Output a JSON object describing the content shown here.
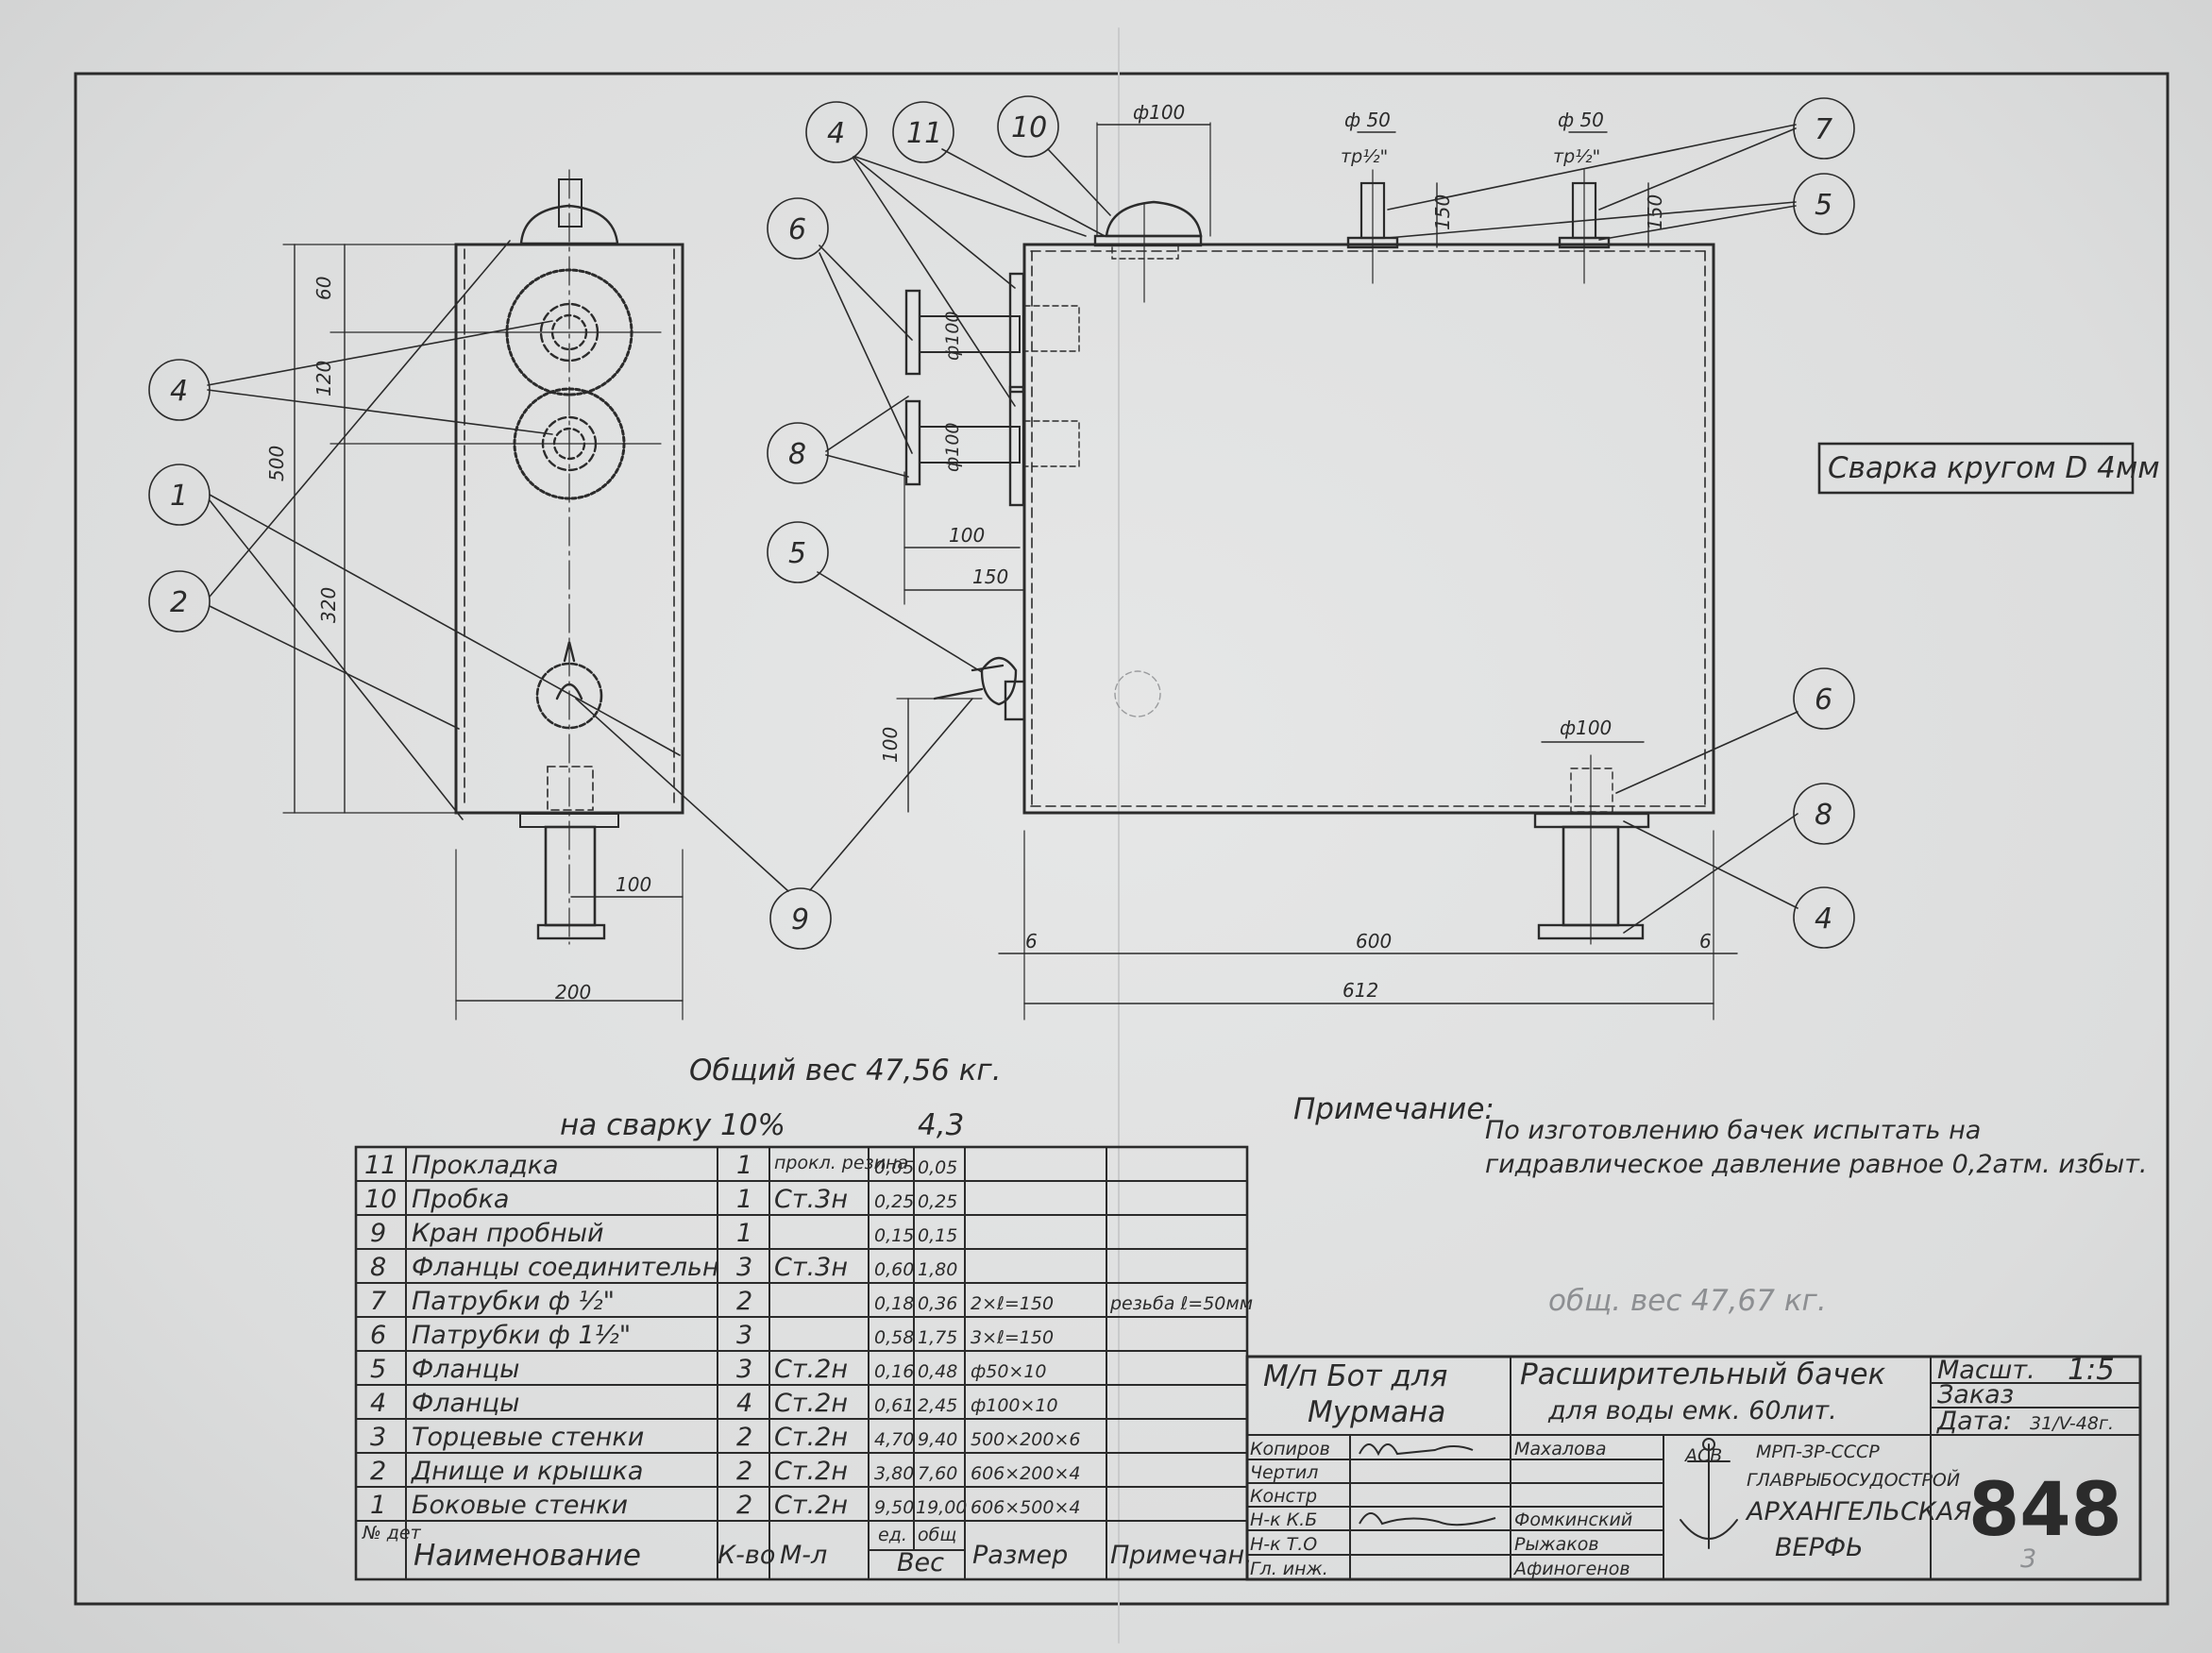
{
  "callouts": {
    "c4": "4",
    "c1": "1",
    "c2": "2",
    "c6": "6",
    "c8": "8",
    "c5": "5",
    "c9": "9",
    "c11": "11",
    "c10": "10",
    "c7": "7"
  },
  "dims": {
    "d60": "60",
    "d120": "120",
    "d500": "500",
    "d320": "320",
    "d100": "100",
    "d200": "200",
    "phi100": "ф100",
    "phi50": "ф 50",
    "tr": "тр½\"",
    "d150": "150",
    "d6": "6",
    "d600": "600",
    "d612": "612",
    "phi100s": "ф100"
  },
  "weld_note": "Сварка кругом D 4мм",
  "total_weight": "Общий вес  47,56 кг.",
  "weld_allowance": {
    "label": "на сварку 10%",
    "value": "4,3"
  },
  "note": {
    "title": "Примечание:",
    "line1": "По изготовлению  бачек испытать на",
    "line2": "гидравлическое давление равное 0,2атм. избыт."
  },
  "pencil_note": "общ. вес 47,67 кг.",
  "bom": {
    "rows": [
      {
        "no": "11",
        "name": "Прокладка",
        "qty": "1",
        "mat": "прокл. резина",
        "unit": "0,05",
        "total": "0,05",
        "size": "",
        "note": ""
      },
      {
        "no": "10",
        "name": "Пробка",
        "qty": "1",
        "mat": "Ст.3н",
        "unit": "0,25",
        "total": "0,25",
        "size": "",
        "note": ""
      },
      {
        "no": "9",
        "name": "Кран пробный",
        "qty": "1",
        "mat": "",
        "unit": "0,15",
        "total": "0,15",
        "size": "",
        "note": ""
      },
      {
        "no": "8",
        "name": "Фланцы соединительн",
        "qty": "3",
        "mat": "Ст.3н",
        "unit": "0,60",
        "total": "1,80",
        "size": "",
        "note": ""
      },
      {
        "no": "7",
        "name": "Патрубки ф ½\"",
        "qty": "2",
        "mat": "",
        "unit": "0,18",
        "total": "0,36",
        "size": "2×ℓ=150",
        "note": "резьба ℓ=50мм"
      },
      {
        "no": "6",
        "name": "Патрубки ф 1½\"",
        "qty": "3",
        "mat": "",
        "unit": "0,58",
        "total": "1,75",
        "size": "3×ℓ=150",
        "note": ""
      },
      {
        "no": "5",
        "name": "Фланцы",
        "qty": "3",
        "mat": "Ст.2н",
        "unit": "0,16",
        "total": "0,48",
        "size": "ф50×10",
        "note": ""
      },
      {
        "no": "4",
        "name": "Фланцы",
        "qty": "4",
        "mat": "Ст.2н",
        "unit": "0,61",
        "total": "2,45",
        "size": "ф100×10",
        "note": ""
      },
      {
        "no": "3",
        "name": "Торцевые стенки",
        "qty": "2",
        "mat": "Ст.2н",
        "unit": "4,70",
        "total": "9,40",
        "size": "500×200×6",
        "note": ""
      },
      {
        "no": "2",
        "name": "Днище и крышка",
        "qty": "2",
        "mat": "Ст.2н",
        "unit": "3,80",
        "total": "7,60",
        "size": "606×200×4",
        "note": ""
      },
      {
        "no": "1",
        "name": "Боковые стенки",
        "qty": "2",
        "mat": "Ст.2н",
        "unit": "9,50",
        "total": "19,00",
        "size": "606×500×4",
        "note": ""
      }
    ],
    "header": {
      "no": "№ дет",
      "name": "Наименование",
      "qty": "К-во",
      "mat": "М-л",
      "unit": "ед.",
      "total": "общ",
      "weight": "Вес",
      "size": "Размер",
      "note": "Примечан."
    }
  },
  "title_block": {
    "vessel": [
      "М/п  Бот для",
      "Мурмана"
    ],
    "drawing_title": [
      "Расширительный бачек",
      "для воды емк. 60лит."
    ],
    "scale_label": "Масшт.",
    "scale": "1:5",
    "order_label": "Заказ",
    "date_label": "Дата:",
    "date": "31/V-48г.",
    "roles": [
      "Копиров",
      "Чертил",
      "Констр",
      "Н-к К.Б",
      "Н-к Т.О",
      "Гл. инж."
    ],
    "names": [
      "Махалова",
      "",
      "",
      "Фомкинский",
      "Рыжаков",
      "Афиногенов"
    ],
    "org": [
      "МРП-ЗР-СССР",
      "ГЛАВРЫБОСУДОСТРОЙ",
      "АРХАНГЕЛЬСКАЯ",
      "ВЕРФЬ"
    ],
    "logo": "АСВ",
    "number": "848",
    "sheet_mark": "3"
  }
}
